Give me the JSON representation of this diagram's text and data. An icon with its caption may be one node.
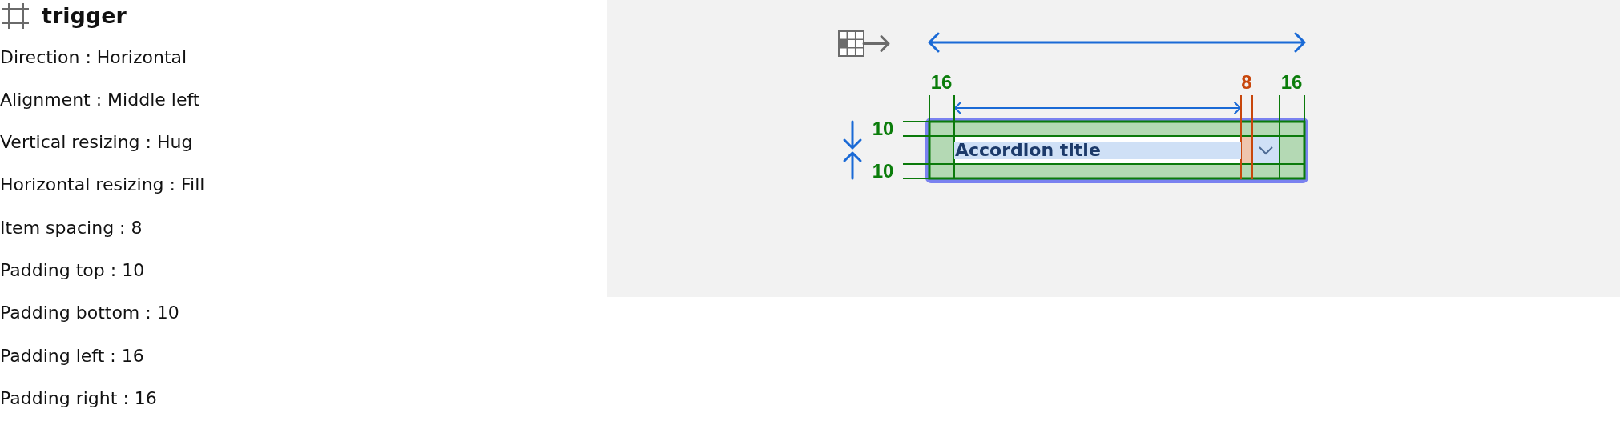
{
  "diagram": {
    "title": "trigger",
    "nodes": [
      {
        "text": [
          "Accordion title"
        ]
      }
    ],
    "labels": [
      "Direction : Horizontal",
      "Alignment : Middle left",
      "Vertical resizing : Hug",
      "Horizontal resizing : Fill",
      "Item spacing : 8",
      "Padding top : 10",
      "Padding bottom : 10",
      "Padding left : 16",
      "Padding right : 16",
      "16",
      "8",
      "16",
      "10",
      "10"
    ]
  }
}
